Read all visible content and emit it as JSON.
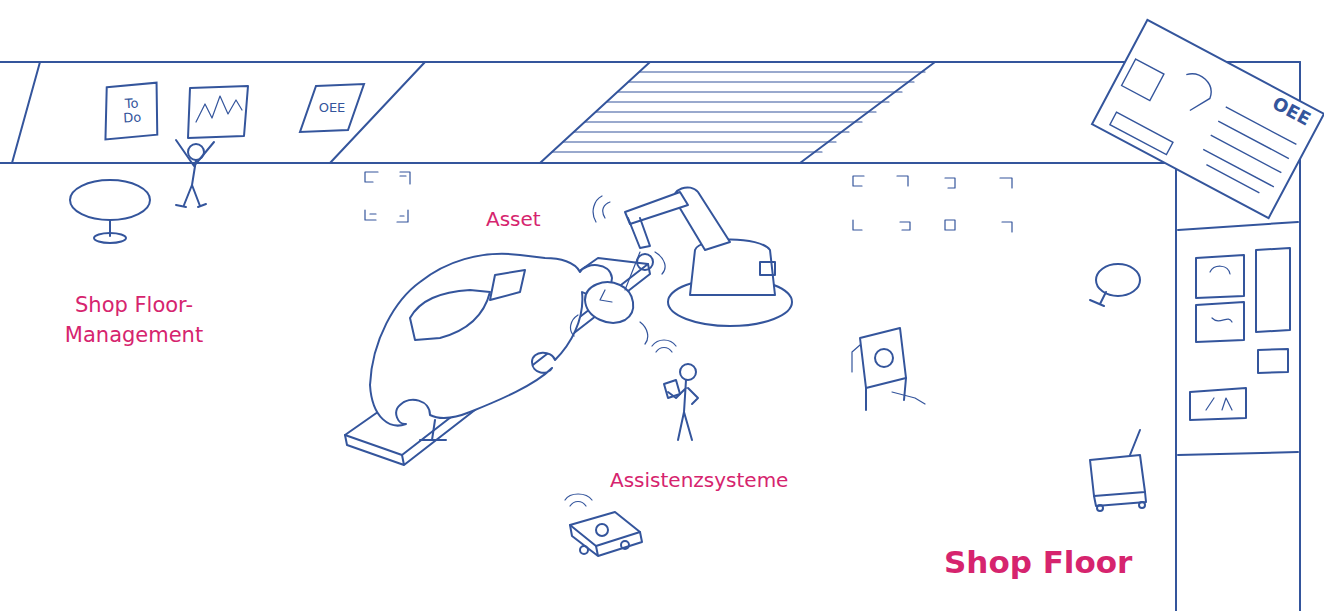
{
  "diagram": {
    "nodes": [
      {
        "text": [
          "To Do"
        ]
      },
      {
        "text": [
          "OEE"
        ]
      },
      {
        "text": [
          "OEE"
        ]
      }
    ],
    "labels": [
      "Shop Floor-Management",
      "Asset",
      "Assistenzsysteme",
      "Shop Floor"
    ]
  }
}
